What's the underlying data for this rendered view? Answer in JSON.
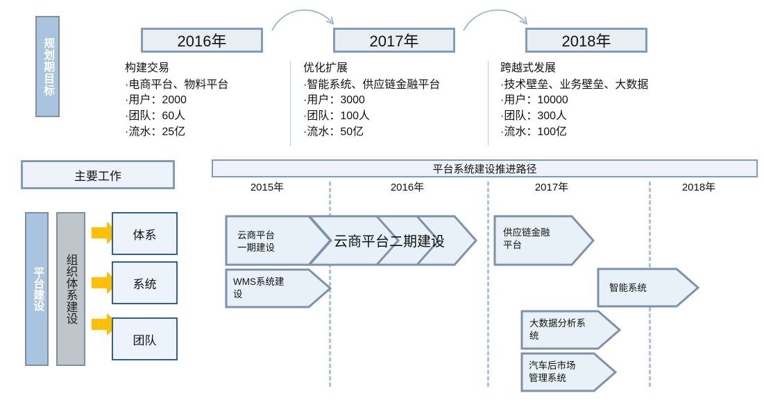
{
  "goals": {
    "tag": "规划期目标",
    "columns": [
      {
        "year": "2016年",
        "heading": "构建交易",
        "bullets": [
          "电商平台、物料平台",
          "用户：2000",
          "团队：60人",
          "流水：25亿"
        ]
      },
      {
        "year": "2017年",
        "heading": "优化扩展",
        "bullets": [
          "智能系统、供应链金融平台",
          "用户：3000",
          "团队：100人",
          "流水：50亿"
        ]
      },
      {
        "year": "2018年",
        "heading": "跨越式发展",
        "bullets": [
          "技术壁垒、业务壁垒、大数据",
          "用户：10000",
          "团队：300人",
          "流水：100亿"
        ]
      }
    ]
  },
  "work": {
    "title": "主要工作",
    "platform_label": "平台建设",
    "org_label": "组织体系建设",
    "sub_items": [
      "体系",
      "系统",
      "团队"
    ]
  },
  "roadmap": {
    "title": "平台系统建设推进路径",
    "ticks": [
      "2015年",
      "2016年",
      "2017年",
      "2018年"
    ],
    "items": [
      {
        "id": "yunshang-1",
        "label": "云商平台\n一期建设"
      },
      {
        "id": "yunshang-2",
        "label": "云商平台二期建设"
      },
      {
        "id": "wms",
        "label": "WMS系统建\n设"
      },
      {
        "id": "scf",
        "label": "供应链金融\n平台"
      },
      {
        "id": "smart",
        "label": "智能系统"
      },
      {
        "id": "bigdata",
        "label": "大数据分析系\n统"
      },
      {
        "id": "aftermarket",
        "label": "汽车后市场\n管理系统"
      }
    ]
  },
  "colors": {
    "accent_blue": "#A8C4DE",
    "border_blue": "#7E9CBB",
    "fill_light": "#EEF3F9",
    "gray_bar": "#BFC6CB",
    "arrow_yellow": "#FFC000",
    "chevron_fill": "#E8F0F8",
    "chevron_stroke": "#7E91AB",
    "dash_blue": "#A9C4E0",
    "sub_border": "#2E5F96"
  }
}
